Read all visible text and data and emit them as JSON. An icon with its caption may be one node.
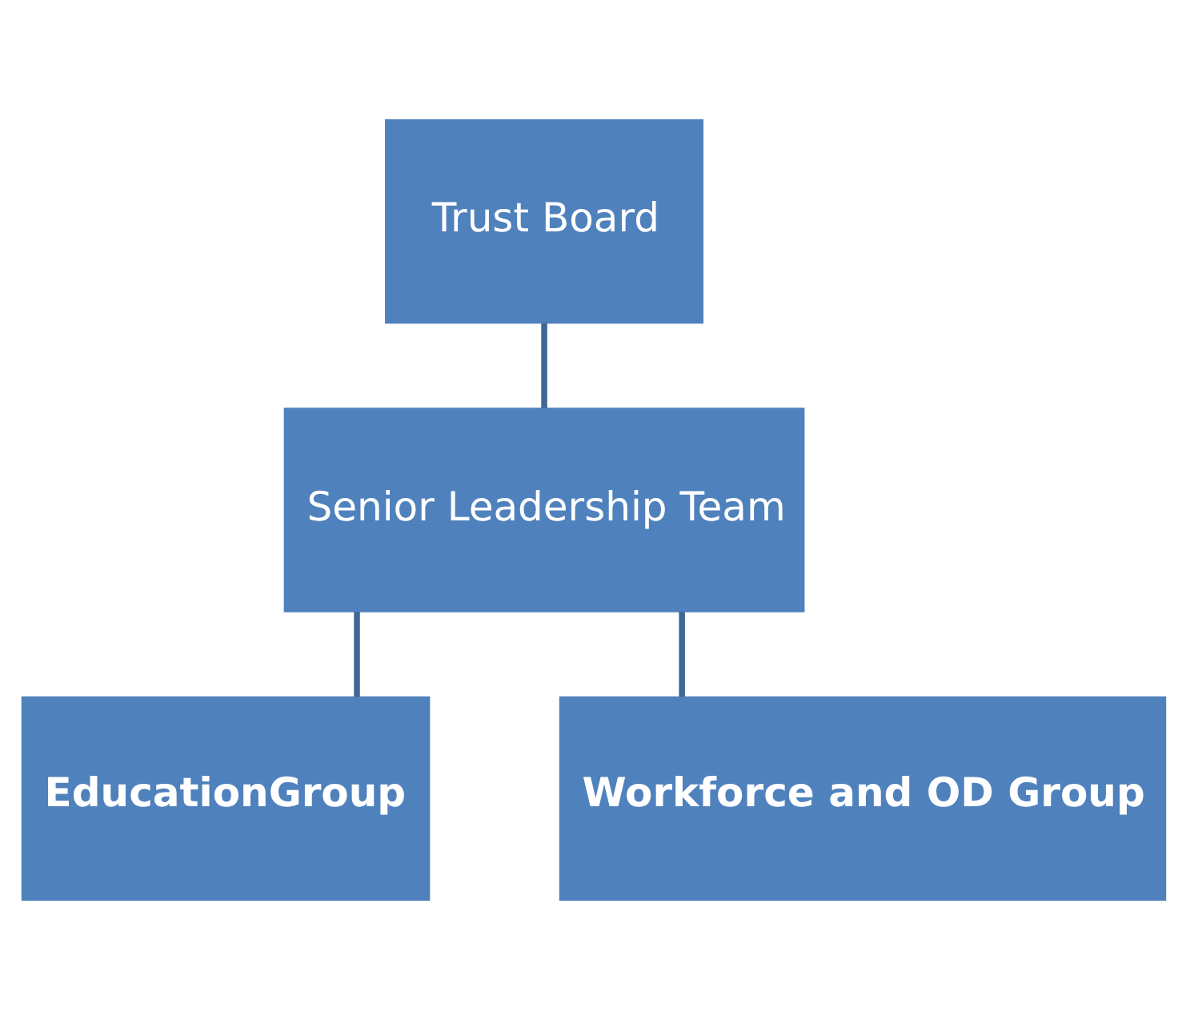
{
  "diagram": {
    "nodes": [
      {
        "text": [
          "Trust Board"
        ]
      },
      {
        "text": [
          "Senior Leadership Team"
        ]
      },
      {
        "text": [
          "EducationGroup"
        ]
      },
      {
        "text": [
          "Workforce and OD Group"
        ]
      }
    ],
    "edges": [
      {
        "from": 0,
        "to": 1,
        "arrow": "none"
      },
      {
        "from": 1,
        "to": 2,
        "arrow": "none"
      },
      {
        "from": 1,
        "to": 3,
        "arrow": "none"
      }
    ]
  }
}
